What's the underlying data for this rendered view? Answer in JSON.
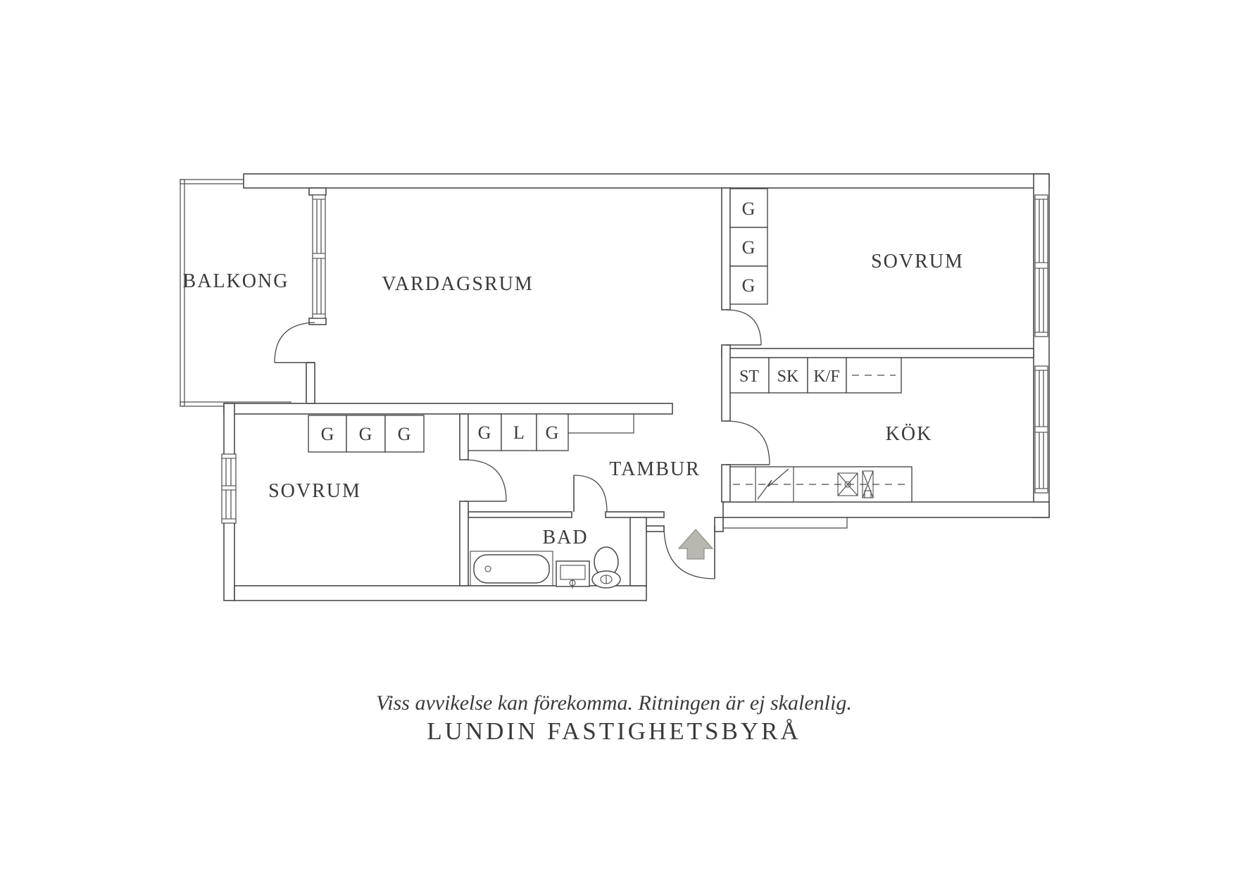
{
  "rooms": {
    "balkong": "BALKONG",
    "vardagsrum": "VARDAGSRUM",
    "sovrum_right": "SOVRUM",
    "sovrum_left": "SOVRUM",
    "kok": "KÖK",
    "tambur": "TAMBUR",
    "bad": "BAD"
  },
  "wardrobes": {
    "right_stack": [
      "G",
      "G",
      "G"
    ],
    "left_row": [
      "G",
      "G",
      "G"
    ],
    "hall_row": [
      "G",
      "L",
      "G"
    ]
  },
  "kitchen_units": {
    "st": "ST",
    "sk": "SK",
    "kf": "K/F"
  },
  "footer": {
    "disclaimer": "Viss avvikelse kan förekomma. Ritningen är ej skalenlig.",
    "agency": "LUNDIN FASTIGHETSBYRÅ"
  },
  "colors": {
    "line": "#4a4a4a",
    "text": "#3a3a3a",
    "arrow_fill": "#b8b8b0",
    "arrow_stroke": "#8f8f88",
    "background": "#ffffff"
  }
}
